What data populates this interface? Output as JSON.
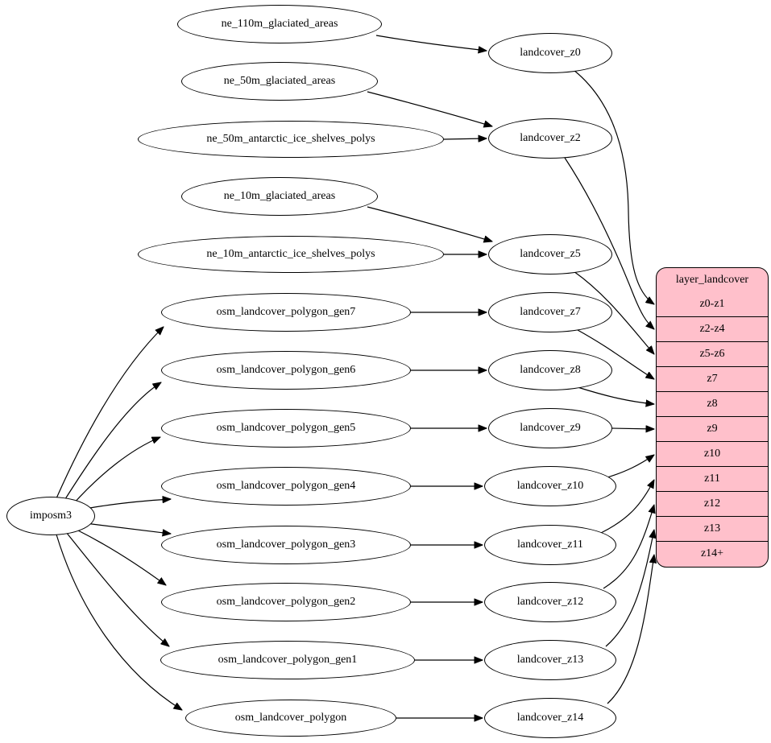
{
  "diagram": {
    "type": "dependency-graph",
    "colors": {
      "background": "#ffffff",
      "stroke": "#000000",
      "node_fill": "#ffffff",
      "record_fill": "#ffc0cb"
    },
    "nodes": [
      {
        "id": "imposm3",
        "label": "imposm3"
      },
      {
        "id": "ne_110m_glaciated_areas",
        "label": "ne_110m_glaciated_areas"
      },
      {
        "id": "ne_50m_glaciated_areas",
        "label": "ne_50m_glaciated_areas"
      },
      {
        "id": "ne_50m_antarctic_ice_shelves_polys",
        "label": "ne_50m_antarctic_ice_shelves_polys"
      },
      {
        "id": "ne_10m_glaciated_areas",
        "label": "ne_10m_glaciated_areas"
      },
      {
        "id": "ne_10m_antarctic_ice_shelves_polys",
        "label": "ne_10m_antarctic_ice_shelves_polys"
      },
      {
        "id": "osm_landcover_polygon_gen7",
        "label": "osm_landcover_polygon_gen7"
      },
      {
        "id": "osm_landcover_polygon_gen6",
        "label": "osm_landcover_polygon_gen6"
      },
      {
        "id": "osm_landcover_polygon_gen5",
        "label": "osm_landcover_polygon_gen5"
      },
      {
        "id": "osm_landcover_polygon_gen4",
        "label": "osm_landcover_polygon_gen4"
      },
      {
        "id": "osm_landcover_polygon_gen3",
        "label": "osm_landcover_polygon_gen3"
      },
      {
        "id": "osm_landcover_polygon_gen2",
        "label": "osm_landcover_polygon_gen2"
      },
      {
        "id": "osm_landcover_polygon_gen1",
        "label": "osm_landcover_polygon_gen1"
      },
      {
        "id": "osm_landcover_polygon",
        "label": "osm_landcover_polygon"
      },
      {
        "id": "landcover_z0",
        "label": "landcover_z0"
      },
      {
        "id": "landcover_z2",
        "label": "landcover_z2"
      },
      {
        "id": "landcover_z5",
        "label": "landcover_z5"
      },
      {
        "id": "landcover_z7",
        "label": "landcover_z7"
      },
      {
        "id": "landcover_z8",
        "label": "landcover_z8"
      },
      {
        "id": "landcover_z9",
        "label": "landcover_z9"
      },
      {
        "id": "landcover_z10",
        "label": "landcover_z10"
      },
      {
        "id": "landcover_z11",
        "label": "landcover_z11"
      },
      {
        "id": "landcover_z12",
        "label": "landcover_z12"
      },
      {
        "id": "landcover_z13",
        "label": "landcover_z13"
      },
      {
        "id": "landcover_z14",
        "label": "landcover_z14"
      }
    ],
    "record": {
      "id": "layer_landcover",
      "title": "layer_landcover",
      "rows": [
        "z0-z1",
        "z2-z4",
        "z5-z6",
        "z7",
        "z8",
        "z9",
        "z10",
        "z11",
        "z12",
        "z13",
        "z14+"
      ]
    },
    "edges": [
      {
        "from": "imposm3",
        "to": "osm_landcover_polygon_gen7"
      },
      {
        "from": "imposm3",
        "to": "osm_landcover_polygon_gen6"
      },
      {
        "from": "imposm3",
        "to": "osm_landcover_polygon_gen5"
      },
      {
        "from": "imposm3",
        "to": "osm_landcover_polygon_gen4"
      },
      {
        "from": "imposm3",
        "to": "osm_landcover_polygon_gen3"
      },
      {
        "from": "imposm3",
        "to": "osm_landcover_polygon_gen2"
      },
      {
        "from": "imposm3",
        "to": "osm_landcover_polygon_gen1"
      },
      {
        "from": "imposm3",
        "to": "osm_landcover_polygon"
      },
      {
        "from": "ne_110m_glaciated_areas",
        "to": "landcover_z0"
      },
      {
        "from": "ne_50m_glaciated_areas",
        "to": "landcover_z2"
      },
      {
        "from": "ne_50m_antarctic_ice_shelves_polys",
        "to": "landcover_z2"
      },
      {
        "from": "ne_10m_glaciated_areas",
        "to": "landcover_z5"
      },
      {
        "from": "ne_10m_antarctic_ice_shelves_polys",
        "to": "landcover_z5"
      },
      {
        "from": "osm_landcover_polygon_gen7",
        "to": "landcover_z7"
      },
      {
        "from": "osm_landcover_polygon_gen6",
        "to": "landcover_z8"
      },
      {
        "from": "osm_landcover_polygon_gen5",
        "to": "landcover_z9"
      },
      {
        "from": "osm_landcover_polygon_gen4",
        "to": "landcover_z10"
      },
      {
        "from": "osm_landcover_polygon_gen3",
        "to": "landcover_z11"
      },
      {
        "from": "osm_landcover_polygon_gen2",
        "to": "landcover_z12"
      },
      {
        "from": "osm_landcover_polygon_gen1",
        "to": "landcover_z13"
      },
      {
        "from": "osm_landcover_polygon",
        "to": "landcover_z14"
      },
      {
        "from": "landcover_z0",
        "to": "layer_landcover",
        "row": "z0-z1"
      },
      {
        "from": "landcover_z2",
        "to": "layer_landcover",
        "row": "z2-z4"
      },
      {
        "from": "landcover_z5",
        "to": "layer_landcover",
        "row": "z5-z6"
      },
      {
        "from": "landcover_z7",
        "to": "layer_landcover",
        "row": "z7"
      },
      {
        "from": "landcover_z8",
        "to": "layer_landcover",
        "row": "z8"
      },
      {
        "from": "landcover_z9",
        "to": "layer_landcover",
        "row": "z9"
      },
      {
        "from": "landcover_z10",
        "to": "layer_landcover",
        "row": "z10"
      },
      {
        "from": "landcover_z11",
        "to": "layer_landcover",
        "row": "z11"
      },
      {
        "from": "landcover_z12",
        "to": "layer_landcover",
        "row": "z12"
      },
      {
        "from": "landcover_z13",
        "to": "layer_landcover",
        "row": "z13"
      },
      {
        "from": "landcover_z14",
        "to": "layer_landcover",
        "row": "z14+"
      }
    ]
  }
}
